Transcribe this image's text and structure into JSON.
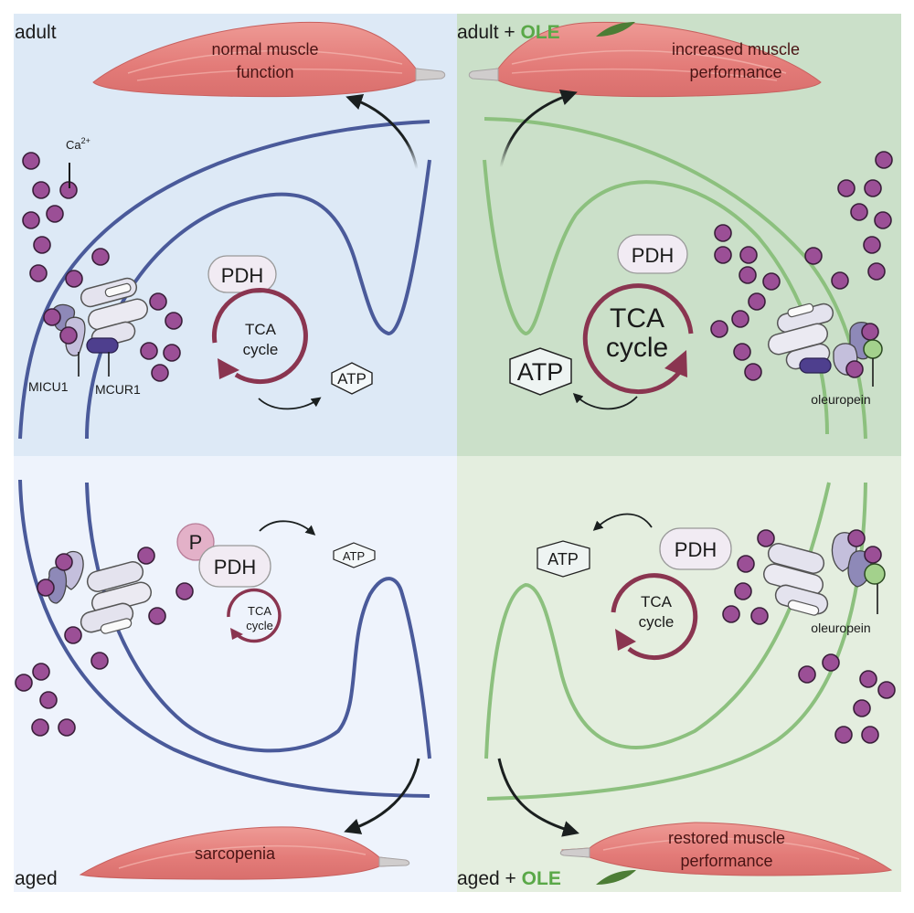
{
  "panels": {
    "top_left": {
      "condition": "adult",
      "muscle_label_line1": "normal muscle",
      "muscle_label_line2": "function",
      "pdh": "PDH",
      "tca_line1": "TCA",
      "tca_line2": "cycle",
      "atp": "ATP",
      "ion_label": "Ca",
      "ion_charge": "2+",
      "protein_label_1": "MICU1",
      "protein_label_2": "MCUR1",
      "background": "#dde9f6"
    },
    "top_right": {
      "condition_prefix": "adult + ",
      "condition_treatment": "OLE",
      "muscle_label_line1": "increased muscle",
      "muscle_label_line2": "performance",
      "pdh": "PDH",
      "tca_line1": "TCA",
      "tca_line2": "cycle",
      "atp": "ATP",
      "compound_label": "oleuropein",
      "background": "#cbe0c9"
    },
    "bottom_left": {
      "condition": "aged",
      "muscle_label": "sarcopenia",
      "phospho": "P",
      "pdh": "PDH",
      "tca_line1": "TCA",
      "tca_line2": "cycle",
      "atp": "ATP",
      "background": "#eef3fc"
    },
    "bottom_right": {
      "condition_prefix": "aged + ",
      "condition_treatment": "OLE",
      "muscle_label_line1": "restored muscle",
      "muscle_label_line2": "performance",
      "pdh": "PDH",
      "tca_line1": "TCA",
      "tca_line2": "cycle",
      "atp": "ATP",
      "compound_label": "oleuropein",
      "background": "#e4eedf"
    }
  },
  "colors": {
    "adult_membrane": "#4a5a9a",
    "ole_membrane": "#8cc07e",
    "ole_text": "#5aa848",
    "calcium": "#9b4f96",
    "tca_arrow": "#8a3550",
    "muscle": "#e6817e",
    "oleuropein_dot": "#a3d18c"
  }
}
